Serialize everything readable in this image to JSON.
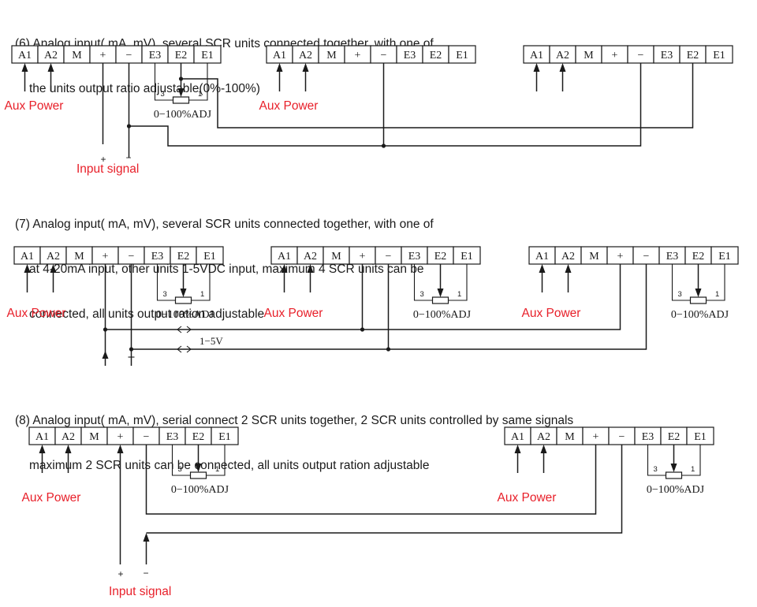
{
  "sections": [
    {
      "id": "6",
      "lines": [
        "(6) Analog input( mA, mV), several SCR units connected together, with one of",
        "the units output ratio adjustable(0%-100%)"
      ]
    },
    {
      "id": "7",
      "lines": [
        "(7) Analog input( mA, mV), several SCR units connected together, with one of",
        "at 4-20mA input, other units 1-5VDC input, maximum 4 SCR units can be",
        "connected, all units output ration adjustable"
      ]
    },
    {
      "id": "8",
      "lines": [
        "(8) Analog input( mA, mV), serial connect 2 SCR units together, 2 SCR units controlled by same signals",
        "maximum 2 SCR units can be connected, all units output ration adjustable"
      ]
    }
  ],
  "terminals": [
    "A1",
    "A2",
    "M",
    "+",
    "−",
    "E3",
    "E2",
    "E1"
  ],
  "labels": {
    "aux_power": "Aux Power",
    "input_signal": "Input signal",
    "adj": "0−100%ADJ",
    "pin3": "3",
    "pin1": "1",
    "plus": "+",
    "minus": "−",
    "volt": "1−5V"
  },
  "colors": {
    "label_red": "#e8202a",
    "line": "#1a1a1a"
  }
}
